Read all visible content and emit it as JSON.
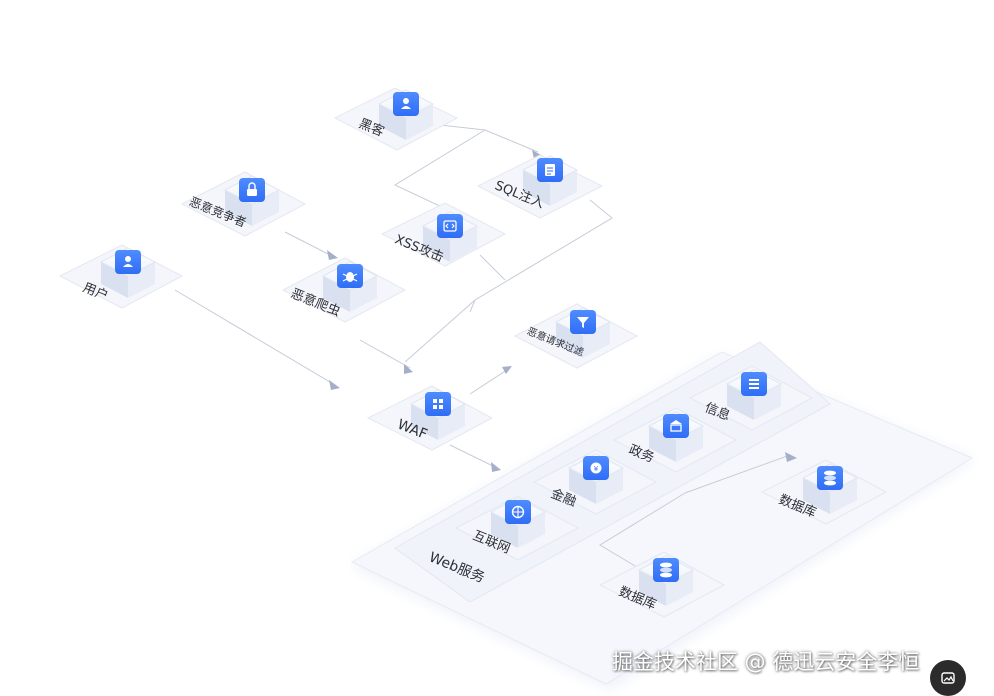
{
  "nodes": {
    "hacker": {
      "label": "黑客",
      "icon": "user-icon"
    },
    "sql_injection": {
      "label": "SQL注入",
      "icon": "document-icon"
    },
    "xss_attack": {
      "label": "XSS攻击",
      "icon": "code-icon"
    },
    "malicious_competitor": {
      "label": "恶意竞争者",
      "icon": "lock-icon"
    },
    "malicious_crawler": {
      "label": "恶意爬虫",
      "icon": "bug-icon"
    },
    "user": {
      "label": "用户",
      "icon": "user-icon"
    },
    "malicious_request_filter": {
      "label": "恶意请求过滤",
      "icon": "filter-icon"
    },
    "waf": {
      "label": "WAF",
      "icon": "grid-icon"
    },
    "info": {
      "label": "信息",
      "icon": "list-icon"
    },
    "government": {
      "label": "政务",
      "icon": "building-icon"
    },
    "finance": {
      "label": "金融",
      "icon": "coin-icon"
    },
    "internet": {
      "label": "互联网",
      "icon": "globe-icon"
    },
    "web_service": {
      "label": "Web服务"
    },
    "database_upper": {
      "label": "数据库",
      "icon": "database-icon"
    },
    "database_lower": {
      "label": "数据库",
      "icon": "database-icon"
    }
  },
  "watermark": "掘金技术社区 @ 德迅云安全李恒",
  "top_text": "- --- - --",
  "colors": {
    "primary": "#2f6df6",
    "icon_light": "#7fb0ff",
    "edge": "#c5cad6",
    "arrow": "#9aa6c4",
    "platform": "#f1f3fa"
  }
}
